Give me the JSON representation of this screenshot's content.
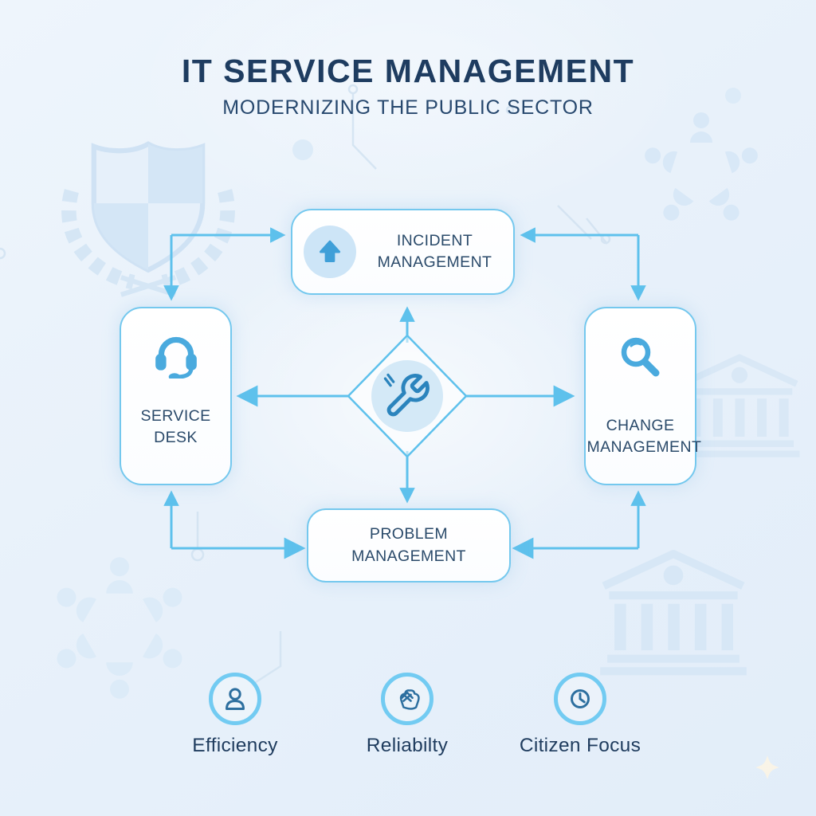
{
  "header": {
    "title": "IT SERVICE MANAGEMENT",
    "subtitle": "MODERNIZING THE PUBLIC SECTOR"
  },
  "diagram": {
    "center": {
      "icon": "wrench-icon",
      "shape": "diamond"
    },
    "nodes": [
      {
        "id": "incident-management",
        "label": "INCIDENT MANAGEMENT",
        "icon": "arrow-up-icon"
      },
      {
        "id": "service-desk",
        "label": "SERVICE DESK",
        "icon": "headset-icon"
      },
      {
        "id": "change-management",
        "label": "CHANGE MANAGEMENT",
        "icon": "magnifier-icon"
      },
      {
        "id": "problem-management",
        "label": "PROBLEM MANAGEMENT",
        "icon": "none"
      }
    ],
    "connections": [
      "service-desk <-> incident-management",
      "incident-management <-> change-management",
      "service-desk <-> problem-management",
      "problem-management <-> change-management",
      "center -> incident-management",
      "center -> service-desk",
      "center -> change-management",
      "center -> problem-management"
    ]
  },
  "benefits": [
    {
      "label": "Efficiency",
      "icon": "person-icon"
    },
    {
      "label": "Reliabilty",
      "icon": "crown-icon"
    },
    {
      "label": "Citizen Focus",
      "icon": "clock-icon"
    }
  ],
  "background_motifs": [
    "shield-laurel",
    "people-circle",
    "government-building",
    "circuit-lines",
    "sparkle"
  ],
  "colors": {
    "background": "#e9f1fa",
    "title_text": "#1e3c60",
    "node_text": "#2a4a6a",
    "node_border": "#74c8ee",
    "arrow": "#5ec1ec",
    "icon_blue": "#45a6dc",
    "icon_dark_blue": "#2d6f9f",
    "benefit_ring": "#72cbf2",
    "watermark": "#d7e7f6"
  }
}
